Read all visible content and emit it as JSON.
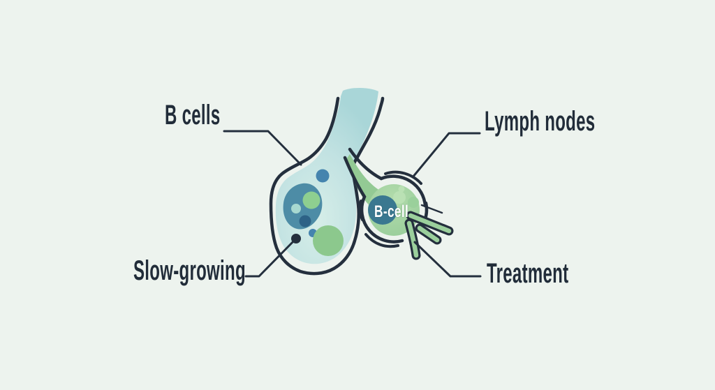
{
  "scene": {
    "background": "#edf3ee",
    "line_color": "#242f3d",
    "text_color": "#212c39"
  },
  "annotations": [
    {
      "text": "B cells",
      "position": "top-left"
    },
    {
      "text": "Lymph nodes",
      "position": "top-right"
    },
    {
      "text": "Slow-growing",
      "position": "bottom-left"
    },
    {
      "text": "Treatment",
      "position": "bottom-right"
    }
  ],
  "cell": {
    "caption": "B-cell",
    "caption_color": "#ffffff"
  },
  "palette": {
    "organ_fill": "#b7dcdd",
    "organ_fill_light": "#d6eee8",
    "organ_blob": "#4d8ca6",
    "organ_blob_dark_circle": "#2d6286",
    "organ_blue_circle": "#4584ae",
    "organ_green_circle": "#8cc88d",
    "organ_light_teal_circle": "#a7d8d0",
    "cell_body": "#a3d4a4",
    "cell_funnel": "#93ca94",
    "cell_nucleus": "#3a7890",
    "spike_green": "#9bcf9c",
    "outline": "#242f3d"
  }
}
